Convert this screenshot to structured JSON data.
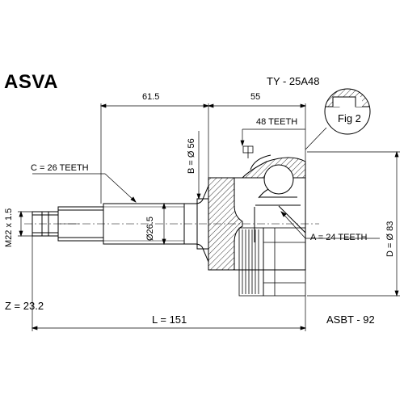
{
  "header": {
    "brand": "ASVA",
    "part_number": "TY - 25A48"
  },
  "dimensions": {
    "shaft_length": "61.5",
    "body_length": "55",
    "outer_teeth": "48 TEETH",
    "fig_label": "Fig 2",
    "b_diameter": "B = Ø 56",
    "c_teeth": "C = 26 TEETH",
    "thread": "M22 x 1.5",
    "shaft_diameter": "Ø26.5",
    "a_teeth": "A = 24 TEETH",
    "d_diameter": "D = Ø 83",
    "z_value": "Z = 23.2",
    "l_value": "L = 151",
    "boot_kit": "ASBT - 92"
  },
  "colors": {
    "line": "#000000",
    "hatch": "#000000"
  }
}
